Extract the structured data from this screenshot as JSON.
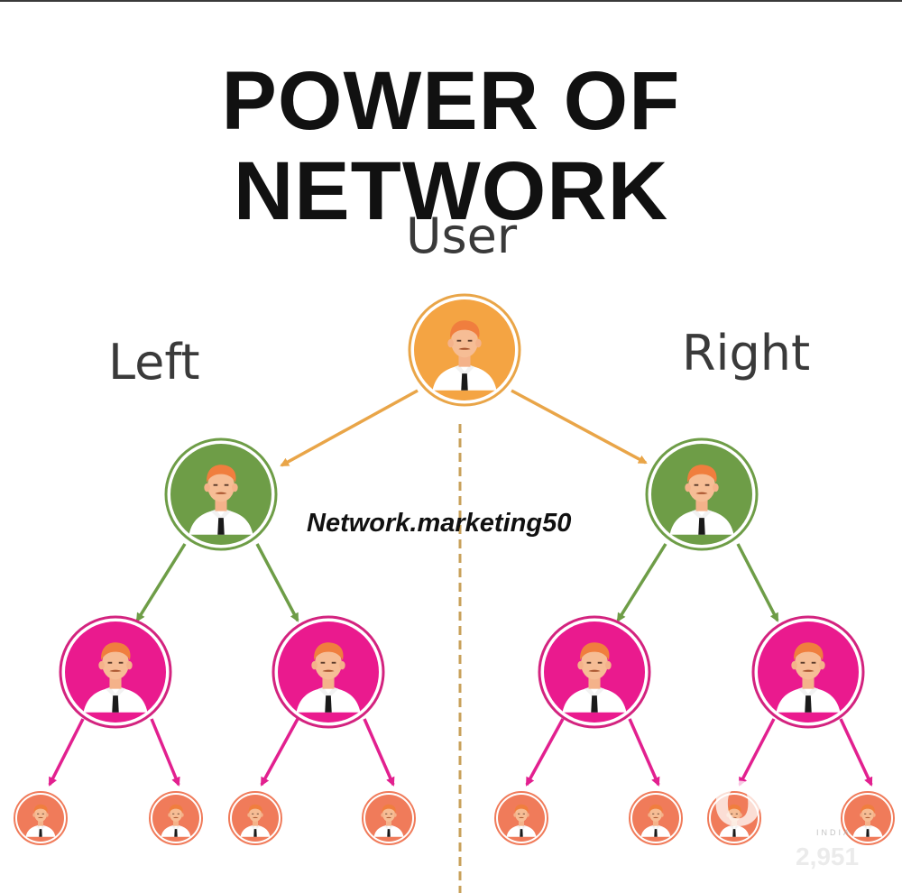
{
  "title": "POWER OF NETWORK",
  "labels": {
    "user": "User",
    "left": "Left",
    "right": "Right"
  },
  "watermark_handle": "Network.marketing50",
  "logo": {
    "brand": "olx",
    "sub": "INDIA",
    "number": "2,951"
  },
  "colors": {
    "user_node": "#f4a443",
    "level1_node": "#6e9d47",
    "level2_node": "#ea1a8e",
    "level3_node": "#f07b5a",
    "user_arrow": "#e9a548",
    "level1_arrow": "#6e9d47",
    "level2_arrow": "#e2208f",
    "divider": "#c8a05a"
  },
  "tree": {
    "root": "User",
    "branches": [
      "Left",
      "Right"
    ],
    "levels": [
      1,
      2,
      4,
      8
    ]
  }
}
